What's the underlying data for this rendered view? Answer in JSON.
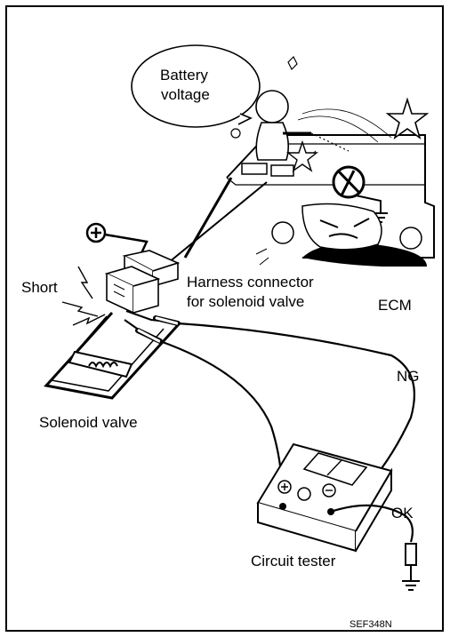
{
  "labels": {
    "battery_line1": "Battery",
    "battery_line2": "voltage",
    "short": "Short",
    "harness_line1": "Harness connector",
    "harness_line2": "for solenoid valve",
    "ecm": "ECM",
    "ng": "NG",
    "solenoid": "Solenoid valve",
    "ok": "OK",
    "tester": "Circuit tester",
    "figure_code": "SEF348N"
  }
}
